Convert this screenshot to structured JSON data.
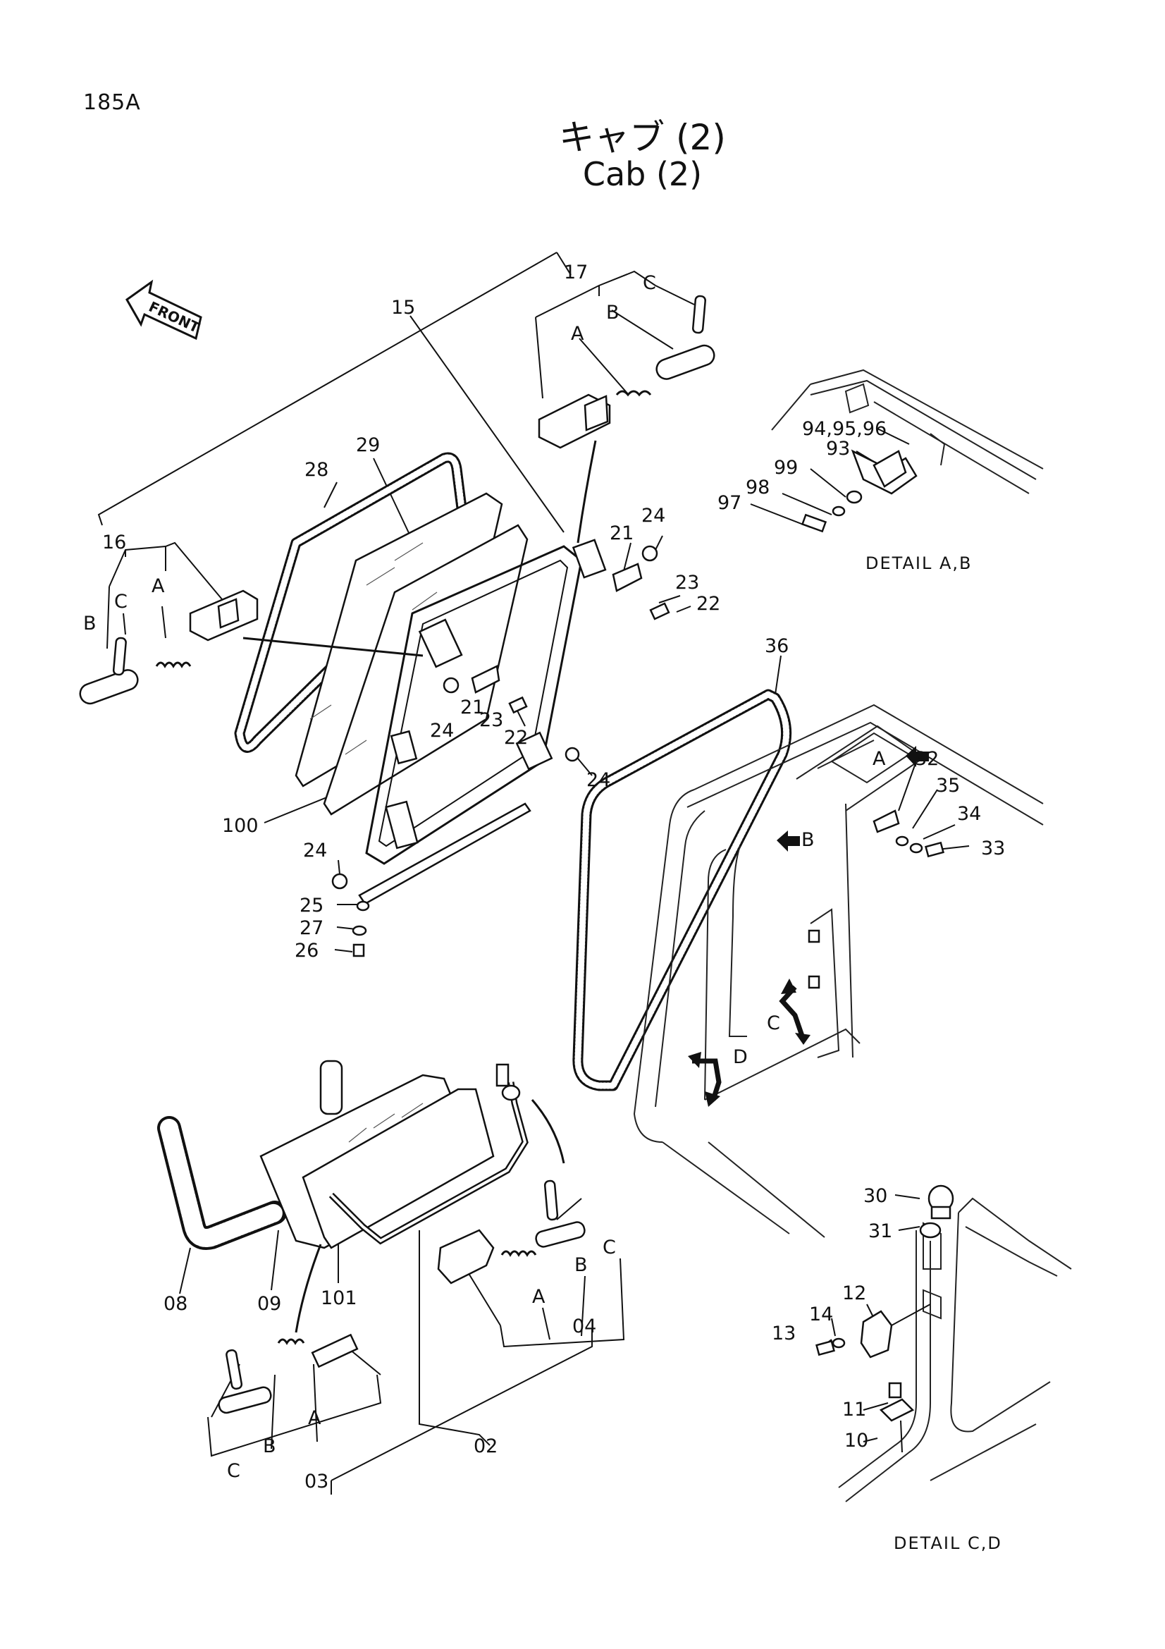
{
  "page": {
    "number": "185A",
    "title_jp": "キャブ (2)",
    "title_en": "Cab (2)"
  },
  "details": {
    "ab": "DETAIL A,B",
    "cd": "DETAIL C,D"
  },
  "front_label": "FRONT",
  "callouts": {
    "c17": "17",
    "c17A": "A",
    "c17B": "B",
    "c17C": "C",
    "c15": "15",
    "c16": "16",
    "c16A": "A",
    "c16B": "B",
    "c16C": "C",
    "c28": "28",
    "c29": "29",
    "c21a": "21",
    "c24a": "24",
    "c23a": "23",
    "c22a": "22",
    "c21b": "21",
    "c24b": "24",
    "c23b": "23",
    "c22b": "22",
    "c24c": "24",
    "c24d": "24",
    "c100": "100",
    "c25": "25",
    "c27": "27",
    "c26": "26",
    "c36": "36",
    "c32": "32",
    "c35": "35",
    "c34": "34",
    "c33": "33",
    "arrowA": "A",
    "arrowB": "B",
    "arrowC": "C",
    "arrowD": "D",
    "c9496": "94,95,96",
    "c93": "93",
    "c99": "99",
    "c98": "98",
    "c97": "97",
    "c08": "08",
    "c09": "09",
    "c101": "101",
    "c02": "02",
    "c04": "04",
    "c04A": "A",
    "c04B": "B",
    "c04C": "C",
    "c03": "03",
    "c03A": "A",
    "c03B": "B",
    "c03C": "C",
    "c30": "30",
    "c31": "31",
    "c12": "12",
    "c14": "14",
    "c13": "13",
    "c11": "11",
    "c10": "10"
  }
}
